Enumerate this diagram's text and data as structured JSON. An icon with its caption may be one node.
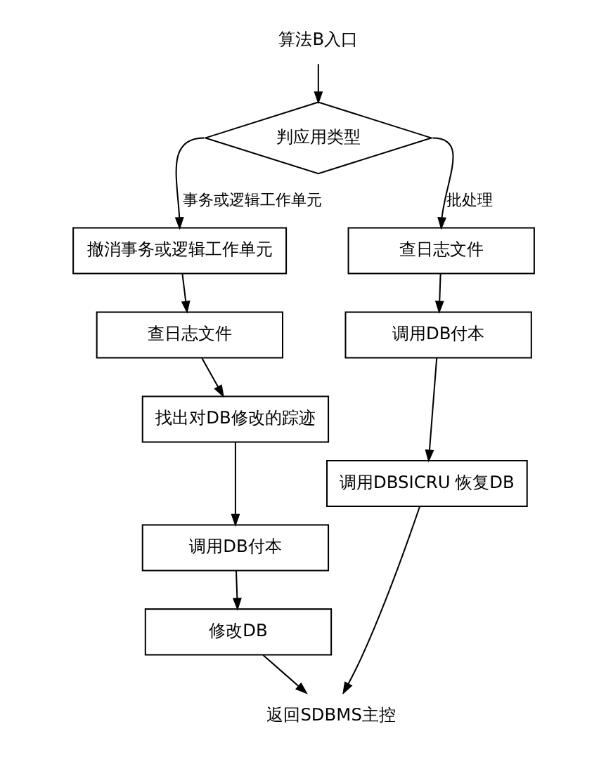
{
  "diagram": {
    "nodes": [
      {
        "text": [
          "算法B入口"
        ]
      },
      {
        "text": [
          "判应用类型"
        ]
      },
      {
        "text": [
          "撤消事务或逻辑工作单元"
        ]
      },
      {
        "text": [
          "查日志文件"
        ]
      },
      {
        "text": [
          "找出对DB修改的踪迹"
        ]
      },
      {
        "text": [
          "调用DB付本"
        ]
      },
      {
        "text": [
          "修改DB"
        ]
      },
      {
        "text": [
          "查日志文件"
        ]
      },
      {
        "text": [
          "调用DB付本"
        ]
      },
      {
        "text": [
          "调用DBSICRU 恢复DB"
        ]
      },
      {
        "text": [
          "返回SDBMS主控"
        ]
      }
    ],
    "edges": [
      {
        "from": 0,
        "to": 1,
        "arrow": "to"
      },
      {
        "from": 1,
        "to": 2,
        "arrow": "to",
        "label": "事务或逻辑工作单元"
      },
      {
        "from": 1,
        "to": 7,
        "arrow": "to",
        "label": "批处理"
      },
      {
        "from": 2,
        "to": 3,
        "arrow": "to"
      },
      {
        "from": 3,
        "to": 4,
        "arrow": "to"
      },
      {
        "from": 4,
        "to": 5,
        "arrow": "to"
      },
      {
        "from": 5,
        "to": 6,
        "arrow": "to"
      },
      {
        "from": 7,
        "to": 8,
        "arrow": "to"
      },
      {
        "from": 8,
        "to": 9,
        "arrow": "to"
      },
      {
        "from": 6,
        "to": 10,
        "arrow": "to"
      },
      {
        "from": 9,
        "to": 10,
        "arrow": "to"
      }
    ]
  }
}
